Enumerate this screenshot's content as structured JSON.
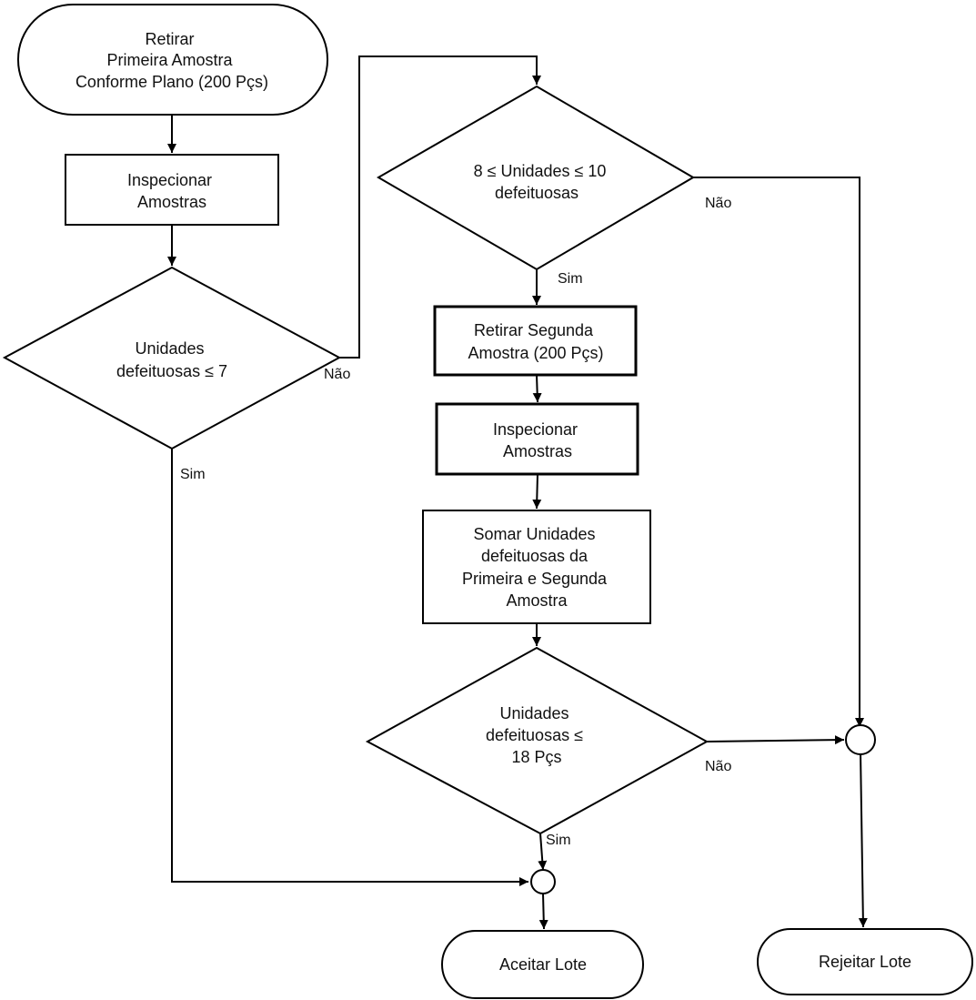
{
  "nodes": {
    "start": {
      "lines": [
        "Retirar",
        "Primeira Amostra",
        "Conforme Plano (200 Pçs)"
      ]
    },
    "inspect_1": {
      "lines": [
        "Inspecionar",
        "Amostras"
      ]
    },
    "decision_1": {
      "lines": [
        "Unidades",
        "defeituosas  ≤ 7"
      ]
    },
    "decision_2": {
      "lines": [
        "8 ≤   Unidades      ≤ 10",
        "defeituosas"
      ]
    },
    "second_sample": {
      "lines": [
        "Retirar Segunda",
        "Amostra (200 Pçs)"
      ]
    },
    "inspect_2": {
      "lines": [
        "Inspecionar",
        "Amostras"
      ]
    },
    "sum": {
      "lines": [
        "Somar  Unidades",
        "defeituosas da",
        "Primeira e Segunda",
        "Amostra"
      ]
    },
    "decision_3": {
      "lines": [
        "Unidades",
        "defeituosas ≤",
        "18 Pçs"
      ]
    },
    "accept": {
      "lines": [
        "Aceitar Lote"
      ]
    },
    "reject": {
      "lines": [
        "Rejeitar  Lote"
      ]
    }
  },
  "edge_labels": {
    "d1_no": "Não",
    "d1_yes": "Sim",
    "d2_no": "Não",
    "d2_yes": "Sim",
    "d3_no": "Não",
    "d3_yes": "Sim"
  }
}
